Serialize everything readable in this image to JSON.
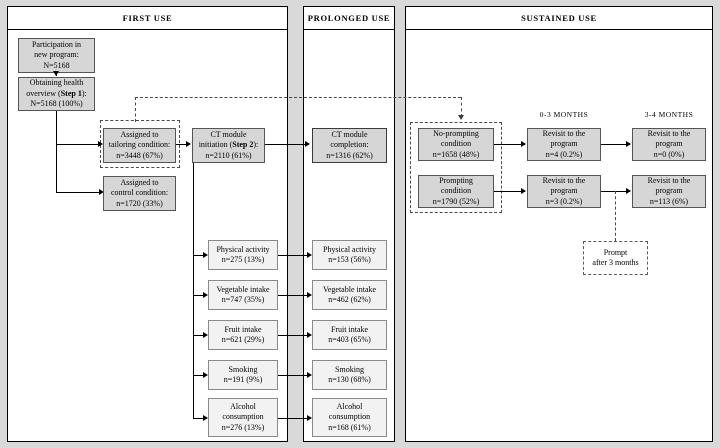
{
  "figure": {
    "background_color": "#d9d9d9",
    "node_fill": "#d6d6d6",
    "node_fill_light": "#f2f2f2",
    "border_color": "#000000"
  },
  "panels": [
    {
      "id": "first-use",
      "title": "FIRST USE"
    },
    {
      "id": "prolonged-use",
      "title": "PROLONGED USE"
    },
    {
      "id": "sustained-use",
      "title": "SUSTAINED USE"
    }
  ],
  "column_labels": [
    {
      "id": "months-0-3",
      "text": "0-3 MONTHS"
    },
    {
      "id": "months-3-4",
      "text": "3-4 MONTHS"
    }
  ],
  "nodes": {
    "participation": {
      "line1": "Participation in",
      "line2": "new program:",
      "line3": "N=5168"
    },
    "health_overview": {
      "line1": "Obtaining health",
      "line2_pre": "overview (",
      "line2_bold": "Step 1",
      "line2_post": "):",
      "line3": "N=5168 (100%)"
    },
    "tailoring_condition": {
      "line1": "Assigned to",
      "line2": "tailoring condition:",
      "line3": "n=3448 (67%)"
    },
    "control_condition": {
      "line1": "Assigned to",
      "line2": "control condition:",
      "line3": "n=1720 (33%)"
    },
    "ct_module_initiation": {
      "line1": "CT module",
      "line2_pre": "initiation (",
      "line2_bold": "Step 2",
      "line2_post": "):",
      "line3": "n=2110 (61%)"
    },
    "ct_module_completion": {
      "line1": "CT module",
      "line2": "completion:",
      "line3": "n=1316 (62%)"
    },
    "no_prompting": {
      "line1": "No-prompting",
      "line2": "condition",
      "line3": "n=1658 (48%)"
    },
    "prompting": {
      "line1": "Prompting",
      "line2": "condition",
      "line3": "n=1790 (52%)"
    },
    "revisit_np_03": {
      "line1": "Revisit to the",
      "line2": "program",
      "line3": "n=4 (0.2%)"
    },
    "revisit_np_34": {
      "line1": "Revisit to the",
      "line2": "program",
      "line3": "n=0 (0%)"
    },
    "revisit_p_03": {
      "line1": "Revisit to the",
      "line2": "program",
      "line3": "n=3 (0.2%)"
    },
    "revisit_p_34": {
      "line1": "Revisit to the",
      "line2": "program",
      "line3": "n=113 (6%)"
    },
    "prompt_after": {
      "line1": "Prompt",
      "line2": "after 3 months"
    }
  },
  "behaviors_first_use": [
    {
      "id": "physical-activity",
      "label": "Physical activity",
      "value": "n=275 (13%)"
    },
    {
      "id": "vegetable-intake",
      "label": "Vegetable intake",
      "value": "n=747 (35%)"
    },
    {
      "id": "fruit-intake",
      "label": "Fruit intake",
      "value": "n=621 (29%)"
    },
    {
      "id": "smoking",
      "label": "Smoking",
      "value": "n=191 (9%)"
    },
    {
      "id": "alcohol-consumption",
      "label": "Alcohol",
      "label2": "consumption",
      "value": "n=276 (13%)"
    }
  ],
  "behaviors_prolonged_use": [
    {
      "id": "physical-activity",
      "label": "Physical activity",
      "value": "n=153 (56%)"
    },
    {
      "id": "vegetable-intake",
      "label": "Vegetable intake",
      "value": "n=462 (62%)"
    },
    {
      "id": "fruit-intake",
      "label": "Fruit intake",
      "value": "n=403 (65%)"
    },
    {
      "id": "smoking",
      "label": "Smoking",
      "value": "n=130 (68%)"
    },
    {
      "id": "alcohol-consumption",
      "label": "Alcohol",
      "label2": "consumption",
      "value": "n=168 (61%)"
    }
  ]
}
